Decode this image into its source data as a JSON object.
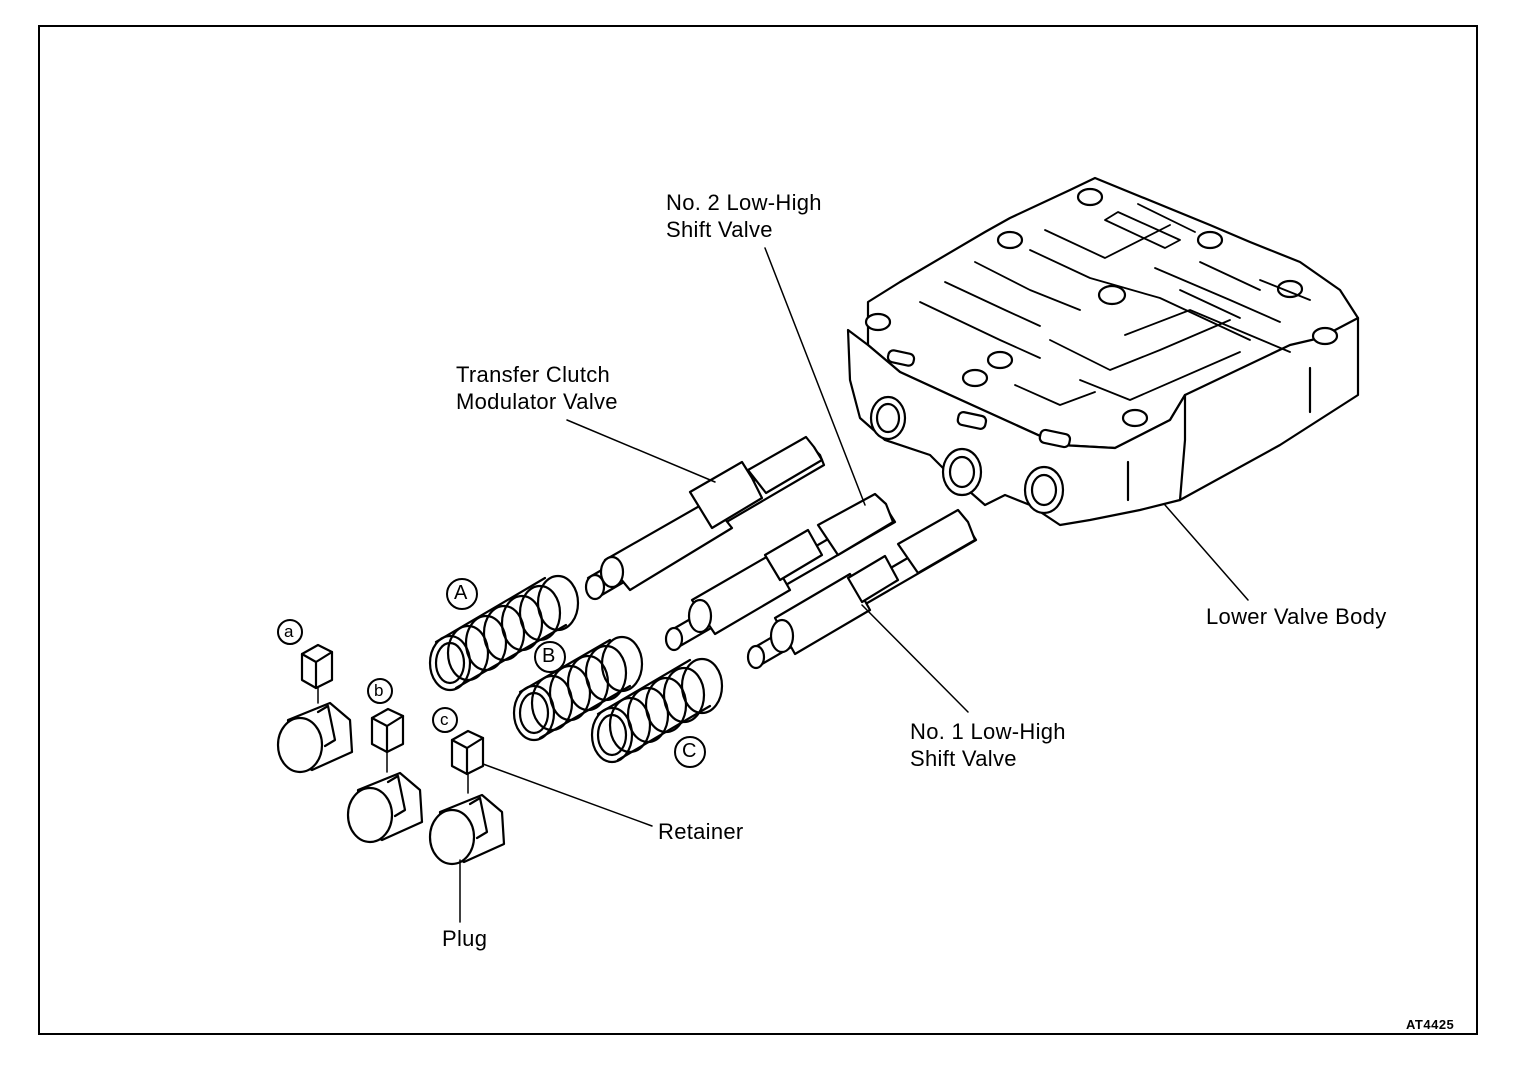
{
  "diagram": {
    "labels": {
      "no2_shift_valve": "No. 2 Low-High\nShift Valve",
      "transfer_clutch": "Transfer Clutch\nModulator Valve",
      "lower_valve_body": "Lower Valve Body",
      "no1_shift_valve": "No. 1 Low-High\nShift Valve",
      "retainer": "Retainer",
      "plug": "Plug"
    },
    "spring_markers": [
      "A",
      "B",
      "C"
    ],
    "retainer_markers": [
      "a",
      "b",
      "c"
    ],
    "figure_code": "AT4425"
  }
}
